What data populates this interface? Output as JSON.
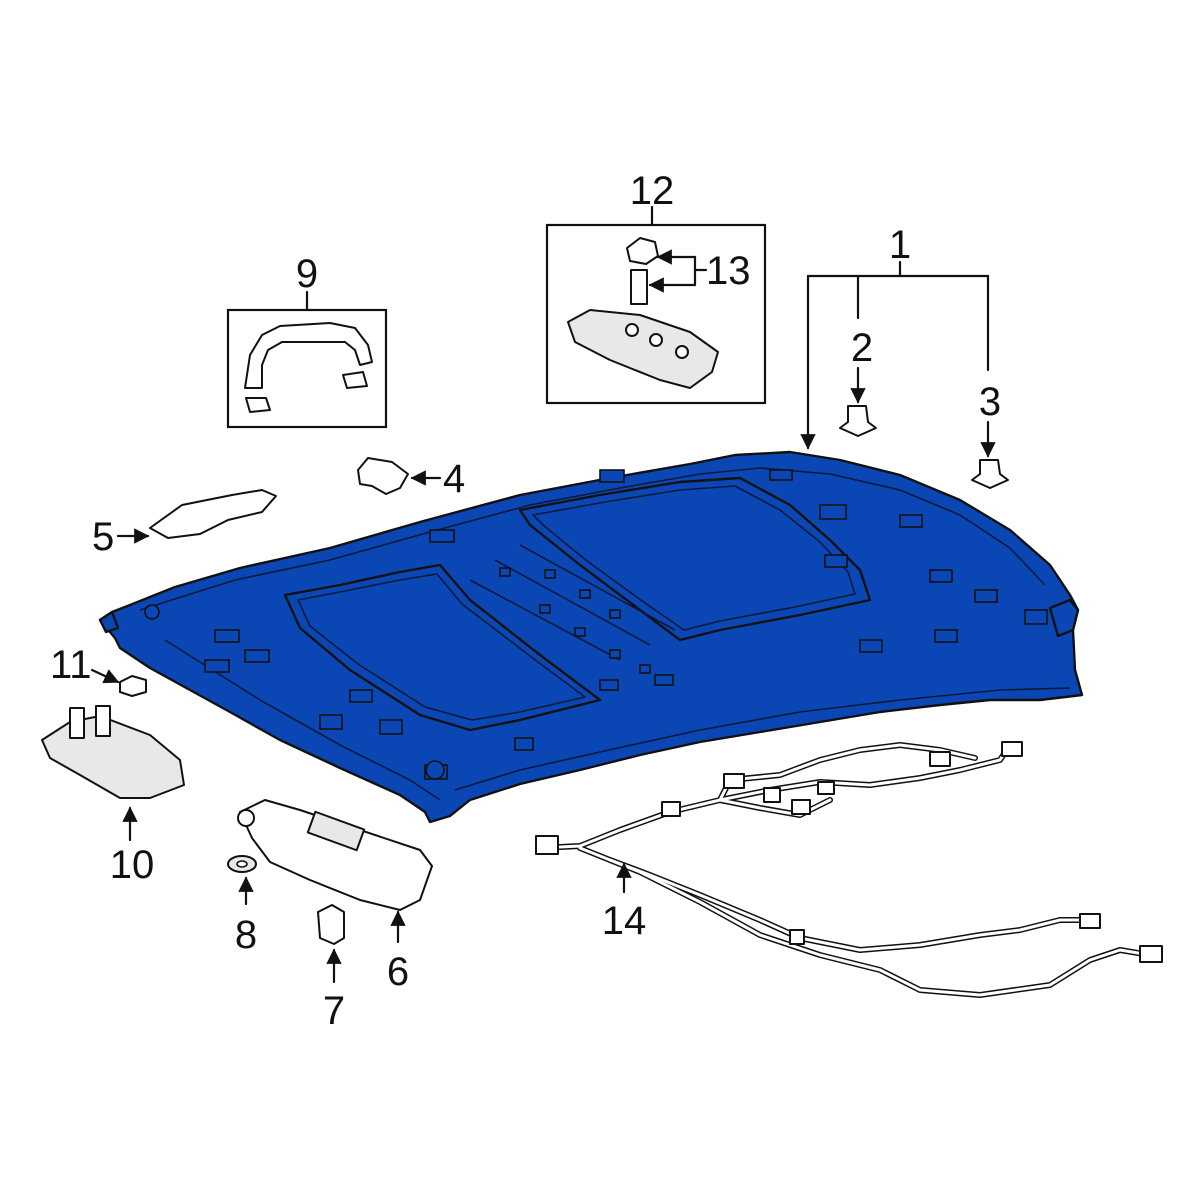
{
  "diagram": {
    "highlight_color": "#0b47b4",
    "line_color": "#111111",
    "background": "#ffffff",
    "callouts": {
      "c1": "1",
      "c2": "2",
      "c3": "3",
      "c4": "4",
      "c5": "5",
      "c6": "6",
      "c7": "7",
      "c8": "8",
      "c9": "9",
      "c10": "10",
      "c11": "11",
      "c12": "12",
      "c13": "13",
      "c14": "14"
    }
  }
}
